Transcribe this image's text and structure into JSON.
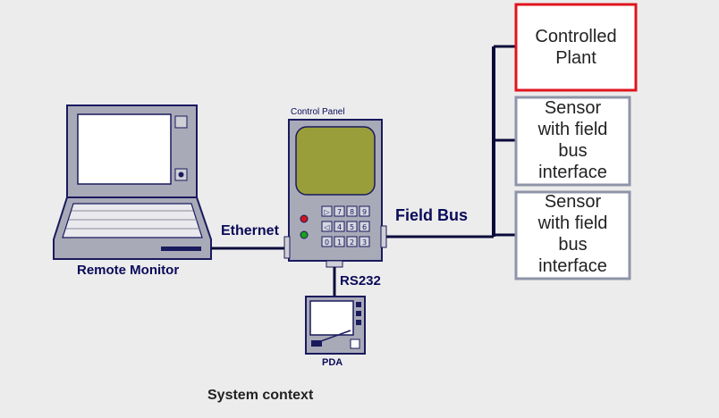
{
  "labels": {
    "control_panel": "Control Panel",
    "ethernet": "Ethernet",
    "field_bus": "Field Bus",
    "rs232": "RS232",
    "remote_monitor": "Remote Monitor",
    "pda": "PDA"
  },
  "boxes": {
    "controlled_plant": [
      "Controlled",
      "Plant"
    ],
    "sensor_1": [
      "Sensor",
      "with field",
      "bus",
      "interface"
    ],
    "sensor_2": [
      "Sensor",
      "with field",
      "bus",
      "interface"
    ]
  },
  "keypad": {
    "row1": [
      "▷",
      "7",
      "8",
      "9"
    ],
    "row2": [
      "◁",
      "4",
      "5",
      "6"
    ],
    "row3": [
      "0",
      "1",
      "2",
      "3"
    ]
  },
  "caption": "System context",
  "colors": {
    "background": "#ececec",
    "device_body": "#a9aab8",
    "outline": "#1a1a5e",
    "screen": "#9a9e3a",
    "bus_line": "#0b0b3b",
    "plant_border": "#e0141e",
    "sensor_border": "#8f95a8"
  }
}
